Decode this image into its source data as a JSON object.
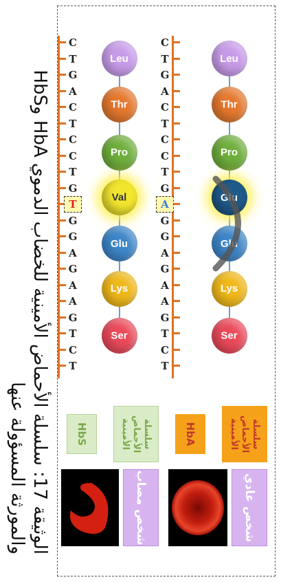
{
  "caption": "الوثيقة 17: سلسلة الأحماض الأمينية للخضاب الدموي HbA وHbS والمورثة المسؤولة عنها",
  "strands": {
    "normal": {
      "bases": [
        "C",
        "T",
        "G",
        "A",
        "C",
        "T",
        "C",
        "C",
        "T",
        "G",
        "A",
        "G",
        "G",
        "A",
        "G",
        "A",
        "A",
        "G",
        "T",
        "C",
        "T"
      ],
      "mutation_index": 10
    },
    "mutant": {
      "bases": [
        "C",
        "T",
        "G",
        "A",
        "C",
        "T",
        "C",
        "C",
        "T",
        "G",
        "T",
        "G",
        "G",
        "A",
        "G",
        "A",
        "A",
        "G",
        "T",
        "C",
        "T"
      ],
      "mutation_index": 10
    }
  },
  "chains": {
    "normal": [
      {
        "name": "Leu",
        "color": "#c79be8"
      },
      {
        "name": "Thr",
        "color": "#e4782e"
      },
      {
        "name": "Pro",
        "color": "#6fae3c"
      },
      {
        "name": "Glu",
        "color": "#1f5a8a"
      },
      {
        "name": "Glu",
        "color": "#3e86c8"
      },
      {
        "name": "Lys",
        "color": "#efb81a"
      },
      {
        "name": "Ser",
        "color": "#ea4a5a"
      }
    ],
    "mutant": [
      {
        "name": "Leu",
        "color": "#c79be8"
      },
      {
        "name": "Thr",
        "color": "#e4782e"
      },
      {
        "name": "Pro",
        "color": "#6fae3c"
      },
      {
        "name": "Val",
        "color": "#f3e630"
      },
      {
        "name": "Glu",
        "color": "#3e86c8"
      },
      {
        "name": "Lys",
        "color": "#efb81a"
      },
      {
        "name": "Ser",
        "color": "#ea4a5a"
      }
    ]
  },
  "labels": {
    "normal_chain": "سلسلة الأحماض الأمينية",
    "normal_hb": "HbA",
    "mutant_chain": "سلسلة الأحماض الأمينية",
    "mutant_hb": "HbS",
    "normal_person": "شخص عادي",
    "sick_person": "شخص مصاب"
  },
  "colors": {
    "orange_box": "#f5a21a",
    "orange_text": "#c0392b",
    "green_box": "#d9ecc7",
    "green_text": "#7aa84c",
    "strand": "#e07020",
    "purple": "#d7b4f0"
  }
}
